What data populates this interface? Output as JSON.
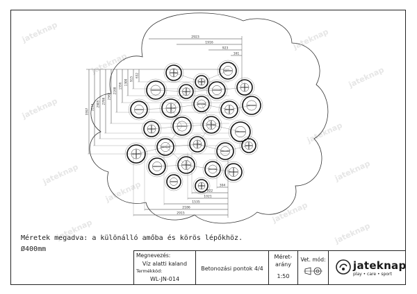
{
  "watermark": "jateknap",
  "dimensions": {
    "top": [
      "2923",
      "1916",
      "923",
      "161"
    ],
    "left": [
      "3597",
      "3153",
      "2905",
      "2766",
      "2563",
      "2168",
      "1556",
      "1300",
      "915",
      "632"
    ],
    "bottom": [
      "304",
      "922",
      "1021",
      "1535",
      "2186",
      "2915"
    ]
  },
  "notes": {
    "line1": "Méretek megadva: a különálló amőba és körös lépőkhöz.",
    "line2": "Ø400mm"
  },
  "title_block": {
    "megnevezes_label": "Megnevezés:",
    "product_name": "Víz alatti kaland",
    "termekkod_label": "Termékkód:",
    "product_code": "WL-JN-014",
    "sheet_title": "Betonozási pontok 4/4",
    "scale_label_1": "Méret-",
    "scale_label_2": "arány",
    "scale": "1:50",
    "projection_label": "Vet. mód:",
    "brand": "jateknap",
    "brand_tagline": "play • care • sport"
  },
  "icons": [
    "projection-symbol-icon",
    "jateknap-logo-icon"
  ]
}
